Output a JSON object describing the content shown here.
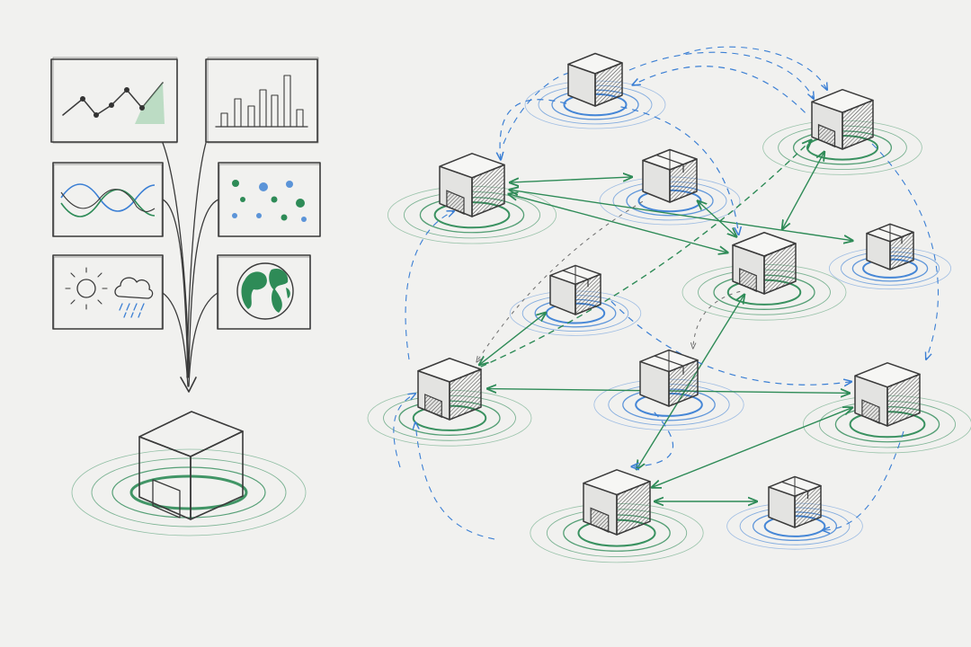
{
  "colors": {
    "paper": "#f1f1ef",
    "pencil": "#3a3a3a",
    "green": "#2e8b57",
    "blue": "#3b7fd4",
    "gray_dash": "#6d6d6d"
  },
  "source_panels": [
    {
      "kind": "line-chart",
      "icon": "line-chart-icon"
    },
    {
      "kind": "bar-chart",
      "icon": "bar-chart-icon"
    },
    {
      "kind": "wave-chart",
      "icon": "wave-chart-icon"
    },
    {
      "kind": "scatter-plot",
      "icon": "scatter-plot-icon"
    },
    {
      "kind": "weather",
      "icon": "sun-and-rain-cloud-icon"
    },
    {
      "kind": "globe",
      "icon": "globe-icon"
    }
  ],
  "central_node": {
    "kind": "warehouse",
    "icon": "warehouse-icon"
  },
  "network": {
    "nodes": [
      {
        "id": "b1",
        "kind": "box"
      },
      {
        "id": "w1",
        "kind": "warehouse"
      },
      {
        "id": "w2",
        "kind": "warehouse"
      },
      {
        "id": "p1",
        "kind": "parcel"
      },
      {
        "id": "p2",
        "kind": "parcel"
      },
      {
        "id": "p3",
        "kind": "parcel"
      },
      {
        "id": "w3",
        "kind": "warehouse"
      },
      {
        "id": "w4",
        "kind": "warehouse"
      },
      {
        "id": "p4",
        "kind": "parcel"
      },
      {
        "id": "w5",
        "kind": "warehouse"
      },
      {
        "id": "w6",
        "kind": "warehouse"
      },
      {
        "id": "p5",
        "kind": "parcel"
      }
    ],
    "links": [
      {
        "from": "w2",
        "to": "p3",
        "style": "green-solid"
      },
      {
        "from": "w3",
        "to": "w2",
        "style": "green-solid"
      },
      {
        "from": "w1",
        "to": "w3",
        "style": "green-solid"
      },
      {
        "from": "w3",
        "to": "w6",
        "style": "green-solid"
      },
      {
        "from": "w4",
        "to": "w5",
        "style": "green-solid"
      },
      {
        "from": "w5",
        "to": "w6",
        "style": "green-solid"
      },
      {
        "from": "w6",
        "to": "p5",
        "style": "green-solid"
      },
      {
        "from": "p1",
        "to": "w3",
        "style": "green-solid"
      },
      {
        "from": "p2",
        "to": "w4",
        "style": "green-solid"
      },
      {
        "from": "p1",
        "to": "w2",
        "style": "green-solid"
      },
      {
        "from": "w4",
        "to": "w1",
        "style": "green-dashed"
      },
      {
        "from": "b1",
        "to": "w2",
        "style": "blue-dashed"
      },
      {
        "from": "b1",
        "to": "w3",
        "style": "blue-dashed"
      },
      {
        "from": "w1",
        "to": "b1",
        "style": "blue-dashed"
      },
      {
        "from": "p4",
        "to": "w6",
        "style": "blue-dashed"
      },
      {
        "from": "p2",
        "to": "w5",
        "style": "blue-dashed"
      },
      {
        "from": "p1",
        "to": "w4",
        "style": "gray-dashed"
      },
      {
        "from": "w3",
        "to": "p4",
        "style": "gray-dashed"
      }
    ]
  }
}
